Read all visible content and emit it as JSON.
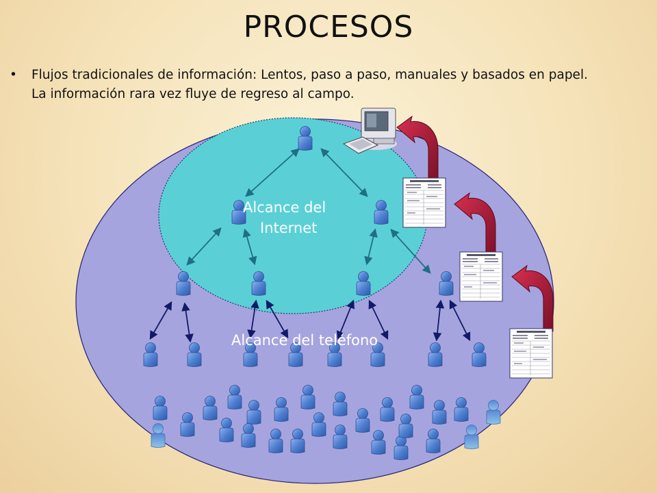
{
  "slide": {
    "title": "PROCESOS",
    "bullet_symbol": "•",
    "bullet_line1": "Flujos tradicionales de información: Lentos, paso a paso, manuales y basados en papel.",
    "bullet_line2": "La información rara vez fluye de regreso al campo."
  },
  "diagram": {
    "internet_label_line1": "Alcance del",
    "internet_label_line2": "Internet",
    "phone_label": "Alcance del teléfono",
    "colors": {
      "outer_circle": "#a6a4de",
      "inner_circle": "#5ad0d6",
      "person": "#4e7fd0",
      "arrow_inner": "#1f6e86",
      "arrow_outer": "#111a66",
      "feedback_arrow": "#a01c3c"
    },
    "icons": [
      "computer-icon",
      "person-icon",
      "paper-form-icon",
      "curved-arrow-icon"
    ]
  }
}
